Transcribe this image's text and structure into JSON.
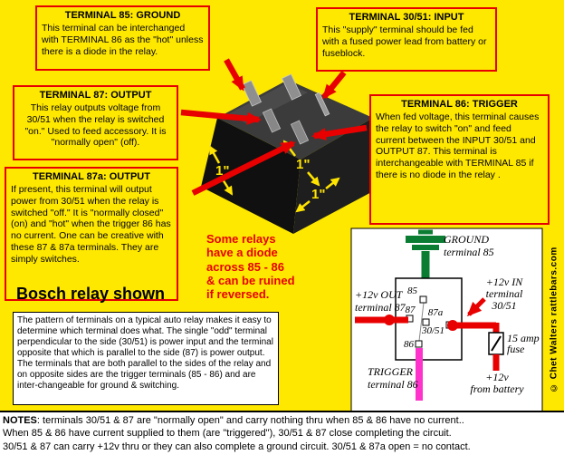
{
  "colors": {
    "background": "#ffe800",
    "callout_border": "#e60000",
    "arrow_red": "#e80000",
    "wire_red": "#e80000",
    "wire_green": "#0a7d32",
    "wire_magenta": "#ff33cc"
  },
  "callouts": {
    "t85": {
      "title": "TERMINAL 85: GROUND",
      "body": "This terminal can be interchanged with TERMINAL 86 as the \"hot\" unless there is a diode in the relay."
    },
    "t3051": {
      "title": "TERMINAL 30/51: INPUT",
      "body": "This \"supply\" terminal should be fed with a fused power lead from battery or fuseblock."
    },
    "t87": {
      "title": "TERMINAL 87: OUTPUT",
      "body": "This relay outputs voltage from 30/51 when the relay is switched \"on.\" Used to feed accessory. It is \"normally open\" (off)."
    },
    "t86": {
      "title": "TERMINAL 86: TRIGGER",
      "body": "When fed voltage, this terminal causes the relay to switch \"on\" and feed current between the INPUT 30/51 and OUTPUT 87. This terminal is interchangeable with TERMINAL 85 if there is no diode in the relay ."
    },
    "t87a": {
      "title": "TERMINAL 87a: OUTPUT",
      "body": "If present, this terminal will output power from 30/51 when the relay is switched \"off.\" It is \"normally closed\" (on) and \"hot\" when the trigger 86 has no current. One can be creative with these 87 & 87a terminals. They are simply switches."
    }
  },
  "relay_photo": {
    "dim_left": "1\"",
    "dim_mid": "1\"",
    "dim_bottom": "1\""
  },
  "warning": "Some relays\nhave a diode\nacross 85 - 86\n& can be ruined\nif reversed.",
  "caption": "Bosch relay shown",
  "explanation": "The pattern of terminals on a typical auto relay makes it easy to determine which terminal does what.  The single \"odd\" terminal perpendicular to the side (30/51) is power input and the terminal opposite that which is parallel to the side (87) is power output. The terminals that are both parallel to the sides of the relay and on opposite sides are the trigger terminals (85 - 86) and are inter-changeable for ground & switching.",
  "schematic": {
    "ground_label": "GROUND",
    "ground_terminal": "terminal 85",
    "out_label": "+12v OUT",
    "out_terminal": "terminal 87",
    "in_label": "+12v IN",
    "in_terminal_1": "terminal",
    "in_terminal_2": "30/51",
    "trigger_label": "TRIGGER",
    "trigger_terminal": "terminal 86",
    "fuse_1": "15 amp",
    "fuse_2": "fuse",
    "battery_1": "+12v",
    "battery_2": "from battery",
    "pin_85": "85",
    "pin_87": "87",
    "pin_87a": "87a",
    "pin_86": "86",
    "pin_3051": "30/51"
  },
  "credit": "© Chet Walters  rattlebars.com",
  "notes": {
    "label": "NOTES",
    "line1": ": terminals 30/51 & 87 are \"normally open\" and carry nothing thru when 85 & 86 have no current..",
    "line2": "When 85 & 86 have current supplied to them (are \"triggered\"), 30/51 & 87 close completing the circuit.",
    "line3": "30/51 & 87 can carry +12v thru or they can also complete a ground circuit.  30/51 & 87a open = no contact."
  }
}
